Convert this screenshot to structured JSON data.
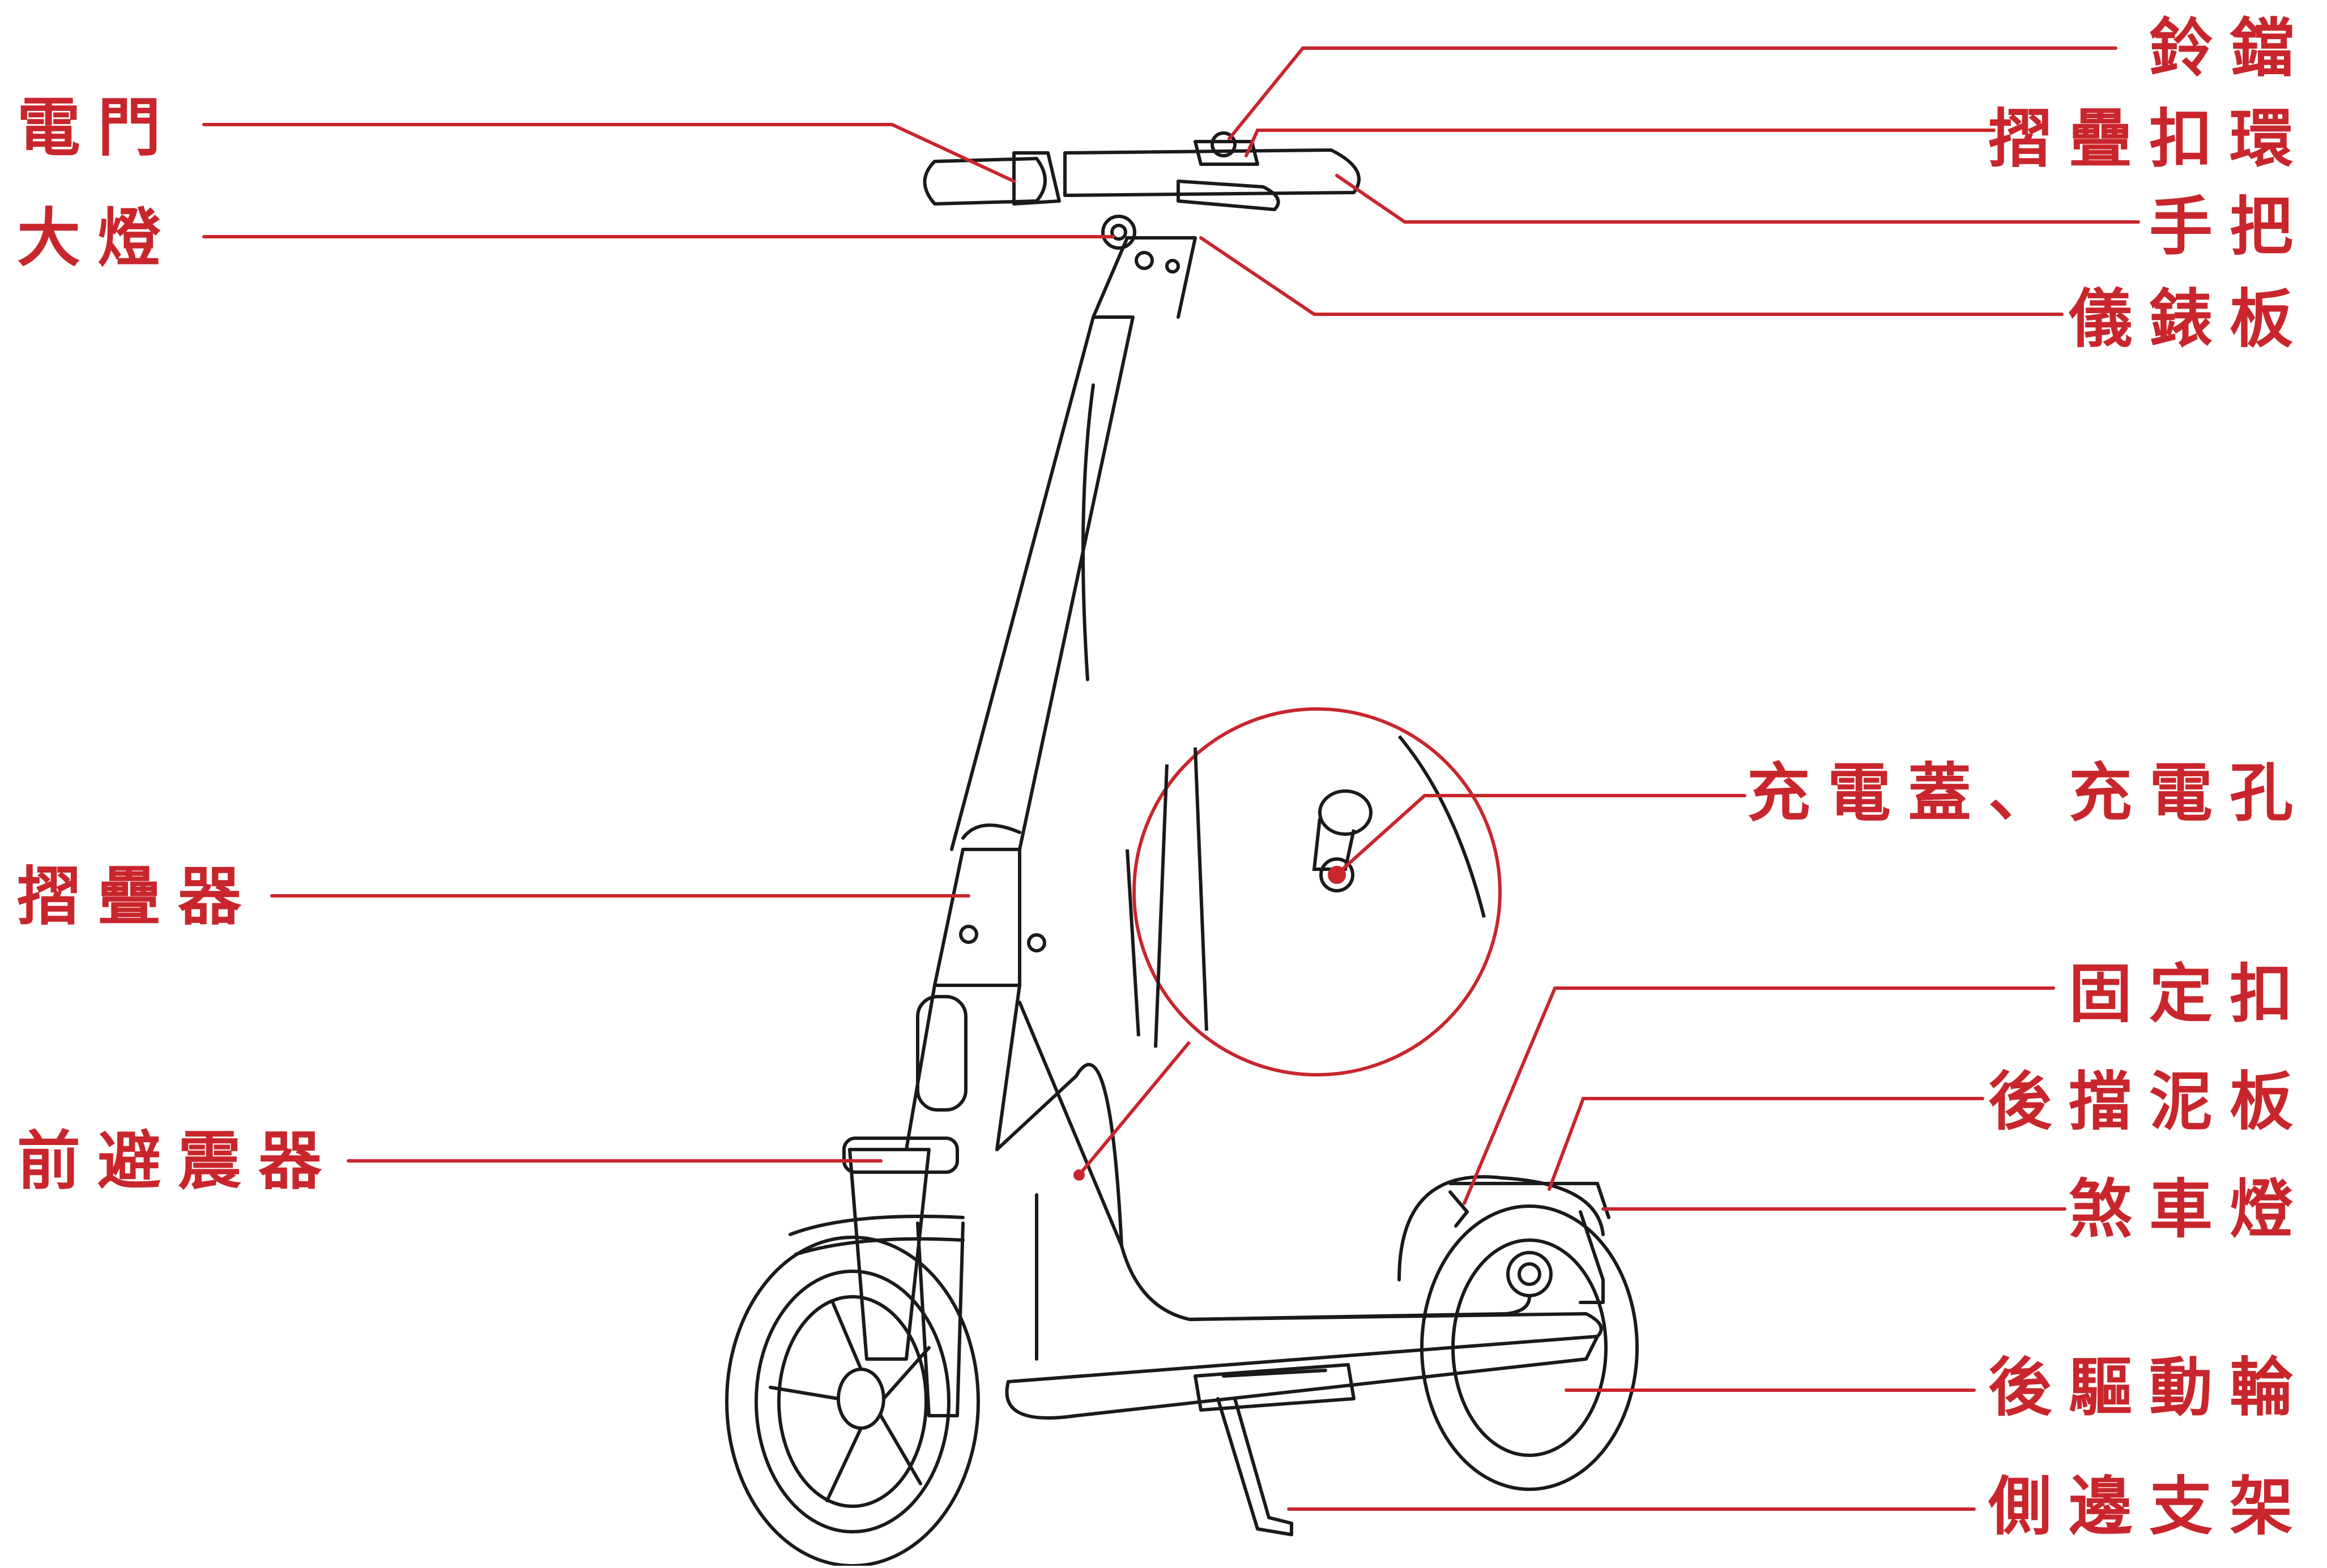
{
  "colors": {
    "accent": "#c8262c",
    "line": "#1a1a1a",
    "background": "#ffffff"
  },
  "labels": {
    "throttle": "電門",
    "headlight": "大燈",
    "folder": "摺疊器",
    "front_suspension": "前避震器",
    "bell": "鈴鐺",
    "folding_buckle": "摺疊扣環",
    "handlebar": "手把",
    "dashboard": "儀錶板",
    "charging": "充電蓋、充電孔",
    "fixing_buckle": "固定扣",
    "rear_fender": "後擋泥板",
    "brake_light": "煞車燈",
    "rear_drive_wheel": "後驅動輪",
    "kickstand": "側邊支架"
  }
}
